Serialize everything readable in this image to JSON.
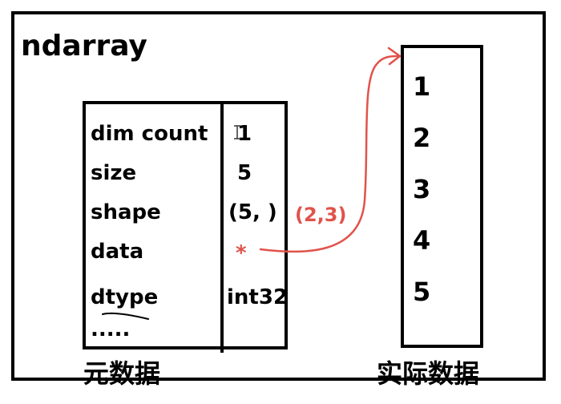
{
  "title": "ndarray",
  "metadata": {
    "fields": [
      {
        "name": "dim count",
        "value": "1"
      },
      {
        "name": "size",
        "value": "5"
      },
      {
        "name": "shape",
        "value": "(5, )"
      },
      {
        "name": "data",
        "value": "*"
      },
      {
        "name": "dtype",
        "value": "int32"
      }
    ],
    "ellipsis": ".....",
    "shape_note": "(2,3)",
    "caption": "元数据"
  },
  "actual_data": {
    "items": [
      "1",
      "2",
      "3",
      "4",
      "5"
    ],
    "caption": "实际数据"
  },
  "colors": {
    "annotation": "#e0534b"
  }
}
